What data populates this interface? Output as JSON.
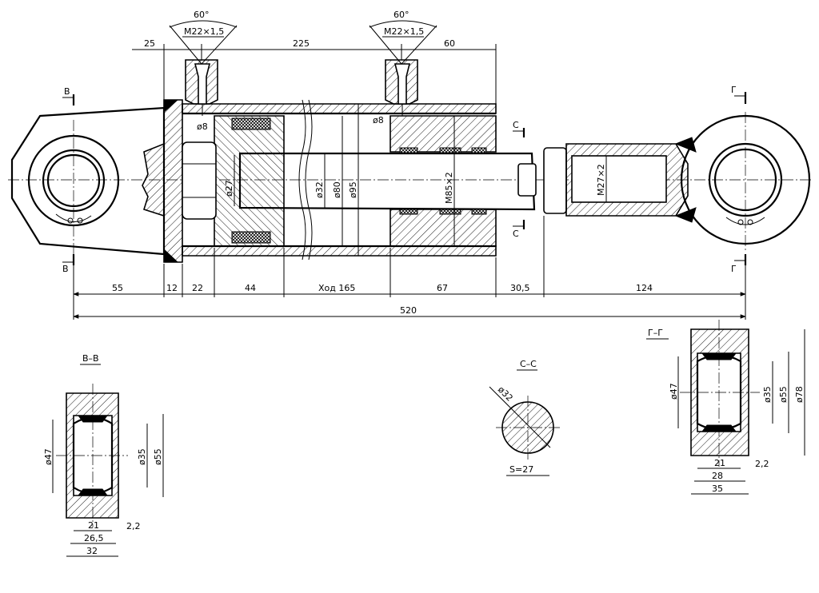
{
  "dims": {
    "angle_left": "60°",
    "thread_left": "M22×1,5",
    "angle_right": "60°",
    "thread_right": "M22×1,5",
    "d25": "25",
    "d225": "225",
    "d60": "60",
    "d8a": "ø8",
    "d8b": "ø8",
    "d27": "ø27",
    "d32": "ø32",
    "d80": "ø80",
    "d95": "ø95",
    "m85": "M85×2",
    "m27": "M27×2",
    "b55": "55",
    "b12": "12",
    "b22": "22",
    "b44": "44",
    "stroke": "Ход 165",
    "b67": "67",
    "b30": "30,5",
    "b124": "124",
    "total": "520"
  },
  "section_marks": {
    "b_top": "В",
    "b_bot": "В",
    "c_top": "С",
    "c_bot": "С",
    "g_top": "Г",
    "g_bot": "Г"
  },
  "section_bb": {
    "title": "В–В",
    "d47": "ø47",
    "d35": "ø35",
    "d55": "ø55",
    "w21": "21",
    "w22": "2,2",
    "w265": "26,5",
    "w32": "32"
  },
  "section_cc": {
    "title": "С–С",
    "d32": "ø32",
    "s27": "S=27"
  },
  "section_gg": {
    "title": "Г–Г",
    "d47": "ø47",
    "d35": "ø35",
    "d55": "ø55",
    "d78": "ø78",
    "w21": "21",
    "w22": "2,2",
    "w28": "28",
    "w35": "35"
  }
}
